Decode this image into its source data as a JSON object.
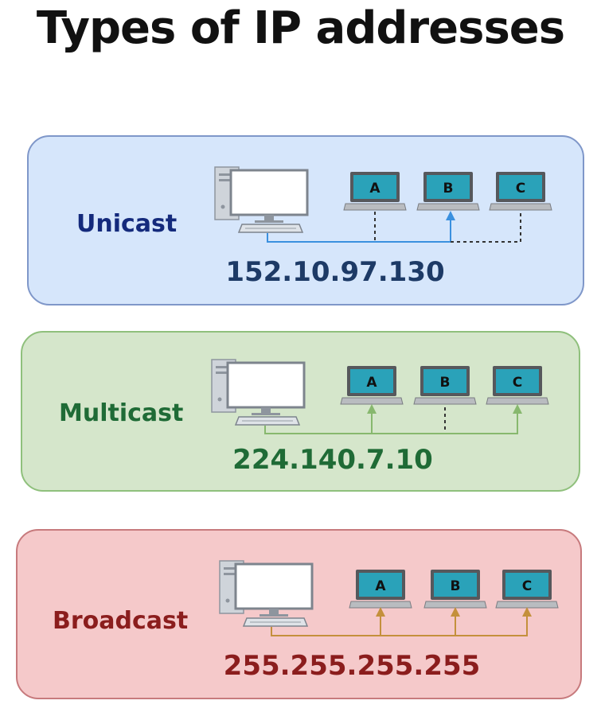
{
  "title": "Types of IP addresses",
  "panels": [
    {
      "type": "Unicast",
      "address": "152.10.97.130",
      "colors": {
        "bg": "#d6e6fb",
        "border": "#7f97c9",
        "type": "#142a7c",
        "address": "#1d3a66",
        "line": "#3a90df"
      },
      "laptops": [
        "A",
        "B",
        "C"
      ]
    },
    {
      "type": "Multicast",
      "address": "224.140.7.10",
      "colors": {
        "bg": "#d5e6cb",
        "border": "#8fc07c",
        "type": "#1f6b36",
        "address": "#1f6b36",
        "line": "#87b86e"
      },
      "laptops": [
        "A",
        "B",
        "C"
      ]
    },
    {
      "type": "Broadcast",
      "address": "255.255.255.255",
      "colors": {
        "bg": "#f5c9ca",
        "border": "#c77a7d",
        "type": "#8b1d1d",
        "address": "#8b1d1d",
        "line": "#c4903c"
      },
      "laptops": [
        "A",
        "B",
        "C"
      ]
    }
  ]
}
